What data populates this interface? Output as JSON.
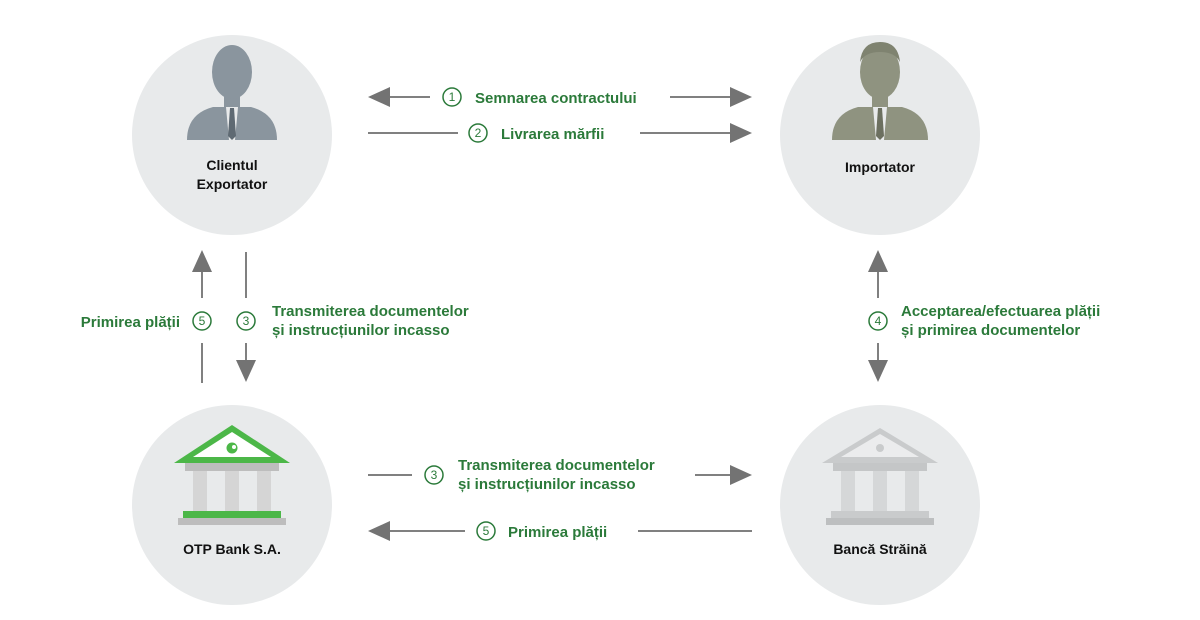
{
  "nodes": {
    "exporter": {
      "line1": "Clientul",
      "line2": "Exportator"
    },
    "importer": {
      "label": "Importator"
    },
    "otp": {
      "label": "OTP Bank S.A."
    },
    "foreign": {
      "label": "Bancă Străină"
    }
  },
  "flows": {
    "f1": {
      "num": "1",
      "label": "Semnarea contractului"
    },
    "f2": {
      "num": "2",
      "label": "Livrarea mărfii"
    },
    "f3_left": {
      "num": "3",
      "line1": "Transmiterea documentelor",
      "line2": "și instrucțiunilor incasso"
    },
    "f5_left": {
      "num": "5",
      "label": "Primirea plății"
    },
    "f3_bottom": {
      "num": "3",
      "line1": "Transmiterea documentelor",
      "line2": "și instrucțiunilor incasso"
    },
    "f5_bottom": {
      "num": "5",
      "label": "Primirea plății"
    },
    "f4": {
      "num": "4",
      "line1": "Acceptarea/efectuarea plății",
      "line2": "și primirea documentelor"
    }
  },
  "colors": {
    "accent_green": "#2b7a3a",
    "otp_green": "#4cb748",
    "arrow_gray": "#737373",
    "node_bg": "#e8eaeb",
    "exporter_person": "#8a959e",
    "importer_person": "#8f9380",
    "foreign_bank": "#c9cbcc"
  },
  "icons": [
    "exporter-person-icon",
    "importer-person-icon",
    "otp-bank-icon",
    "foreign-bank-icon"
  ]
}
